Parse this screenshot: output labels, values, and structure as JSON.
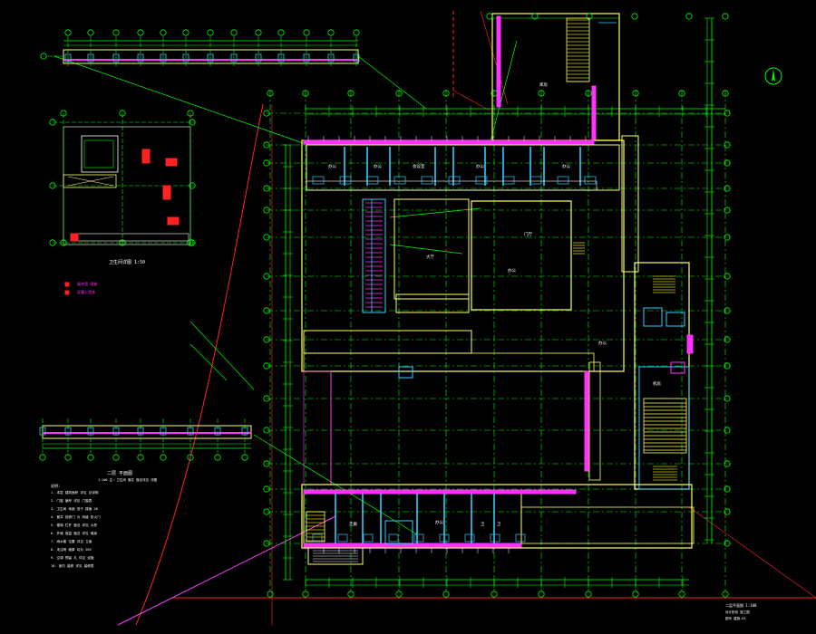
{
  "drawing": {
    "background": "#000000",
    "colors": {
      "grid": "#00ff00",
      "wall": "#ffff66",
      "window": "#ff33ff",
      "cyan": "#33ccff",
      "white": "#ffffff",
      "red": "#ff2222",
      "hatch": "#cccc00"
    },
    "north_arrow_icon": "north-arrow-icon",
    "detail_caption": "卫生间详图 1:50",
    "legend_items": [
      "填充墙 砌体",
      "混凝土墙体"
    ],
    "plan_caption_title": "二层 平面图",
    "plan_caption_sub": "1:100 注: 卫生间 管井 做法详见 详图",
    "notes_title": "说明:",
    "notes_lines": [
      "1. 本层 建筑面积 详见 总说明",
      "2. 门窗 编号 详见 门窗表",
      "3. 卫生间 地面 低于 楼面 20",
      "4. 管井 检修门 为 丙级 防火门",
      "5. 楼梯 栏杆 做法 详见 大样",
      "6. 外墙 保温 做法 详见 墙身",
      "7. 雨水管 位置 详见 立面",
      "8. 未注明 墙厚 均为 200",
      "9. 空调 预留 孔 详见 设施",
      "10. 室内 装修 详见 装修表"
    ],
    "room_labels": [
      "办公",
      "办公",
      "会议室",
      "办公",
      "办公",
      "大厅",
      "门厅",
      "办公",
      "库房",
      "卫",
      "卫",
      "走廊",
      "办公",
      "机房",
      "办公"
    ],
    "title_block_lines": [
      "二层平面图 1:100",
      "设计阶段 施工图",
      "图号 建施-03"
    ]
  }
}
